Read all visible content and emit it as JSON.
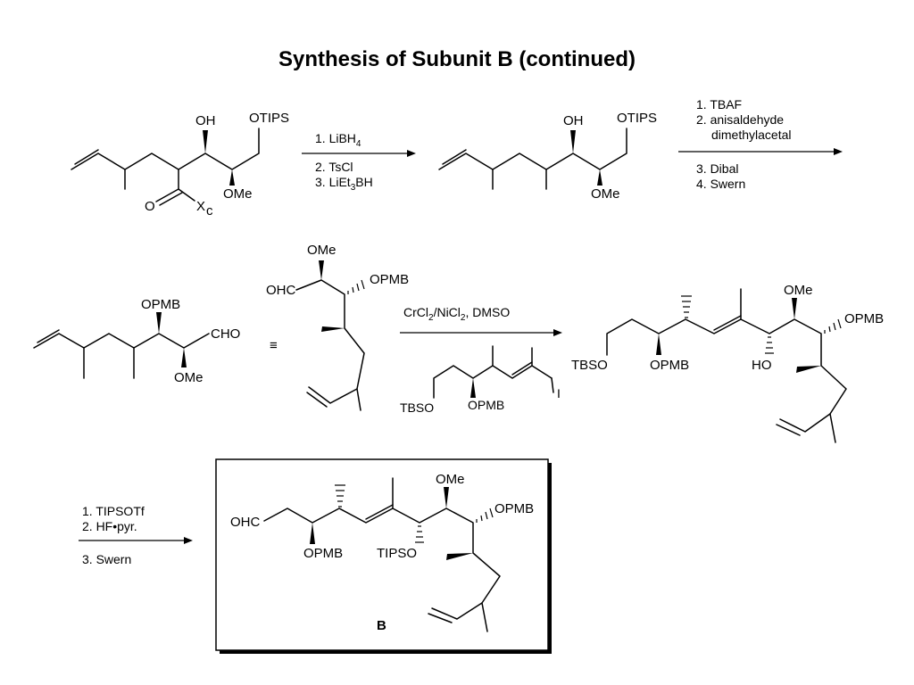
{
  "title": "Synthesis of Subunit B (continued)",
  "compounds": {
    "c1": {
      "labels": [
        "OH",
        "OTIPS",
        "OMe",
        "O",
        "X",
        "c"
      ]
    },
    "c2": {
      "labels": [
        "OH",
        "OTIPS",
        "OMe"
      ]
    },
    "c3": {
      "labels": [
        "OPMB",
        "CHO",
        "OMe"
      ]
    },
    "c4": {
      "labels": [
        "OMe",
        "OHC",
        "OPMB"
      ]
    },
    "reagent": {
      "labels": [
        "TBSO",
        "OPMB",
        "I"
      ]
    },
    "c5": {
      "labels": [
        "OMe",
        "OPMB",
        "TBSO",
        "OPMB",
        "HO"
      ]
    },
    "c6": {
      "labels": [
        "OMe",
        "OHC",
        "OPMB",
        "OPMB",
        "TIPSO"
      ],
      "id_label": "B"
    }
  },
  "steps": {
    "s1": {
      "above": [
        "1. LiBH",
        "4"
      ],
      "below": [
        "2. TsCl",
        "3. LiEt",
        "3",
        "BH"
      ]
    },
    "s2": {
      "above": [
        "1. TBAF",
        "2. anisaldehyde",
        "dimethylacetal"
      ],
      "below": [
        "3. Dibal",
        "4. Swern"
      ]
    },
    "s3": {
      "above": [
        "CrCl",
        "2",
        "/NiCl",
        "2",
        ", DMSO"
      ]
    },
    "s4": {
      "above": [
        "1. TIPSOTf",
        "2. HF•pyr."
      ],
      "below": [
        "3. Swern"
      ]
    }
  },
  "equivalence_symbol": "≡"
}
